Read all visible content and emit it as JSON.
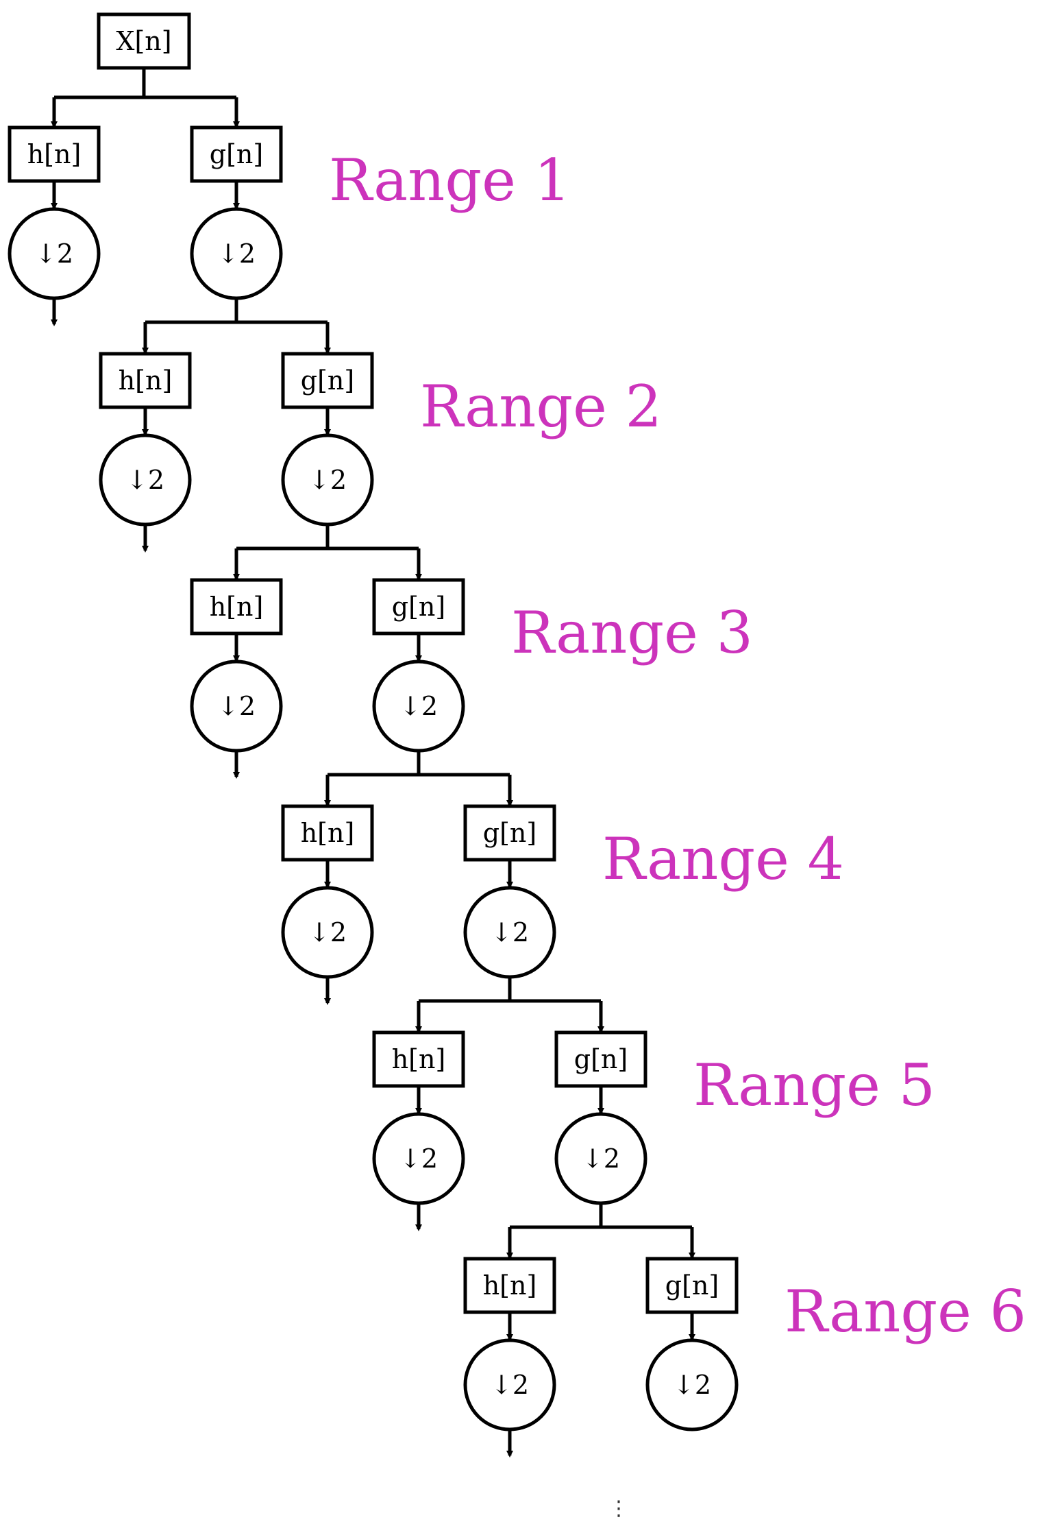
{
  "input_label": "X[n]",
  "stages": [
    {
      "highpass_label": "h[n]",
      "lowpass_label": "g[n]",
      "h_downsample": "↓2",
      "g_downsample": "↓2",
      "range_label": "Range 1"
    },
    {
      "highpass_label": "h[n]",
      "lowpass_label": "g[n]",
      "h_downsample": "↓2",
      "g_downsample": "↓2",
      "range_label": "Range 2"
    },
    {
      "highpass_label": "h[n]",
      "lowpass_label": "g[n]",
      "h_downsample": "↓2",
      "g_downsample": "↓2",
      "range_label": "Range 3"
    },
    {
      "highpass_label": "h[n]",
      "lowpass_label": "g[n]",
      "h_downsample": "↓2",
      "g_downsample": "↓2",
      "range_label": "Range 4"
    },
    {
      "highpass_label": "h[n]",
      "lowpass_label": "g[n]",
      "h_downsample": "↓2",
      "g_downsample": "↓2",
      "range_label": "Range 5"
    },
    {
      "highpass_label": "h[n]",
      "lowpass_label": "g[n]",
      "h_downsample": "↓2",
      "g_downsample": "↓2",
      "range_label": "Range 6"
    }
  ],
  "continuation": "⋮",
  "colors": {
    "range_label": "#cc33bb",
    "stroke": "#000000"
  }
}
